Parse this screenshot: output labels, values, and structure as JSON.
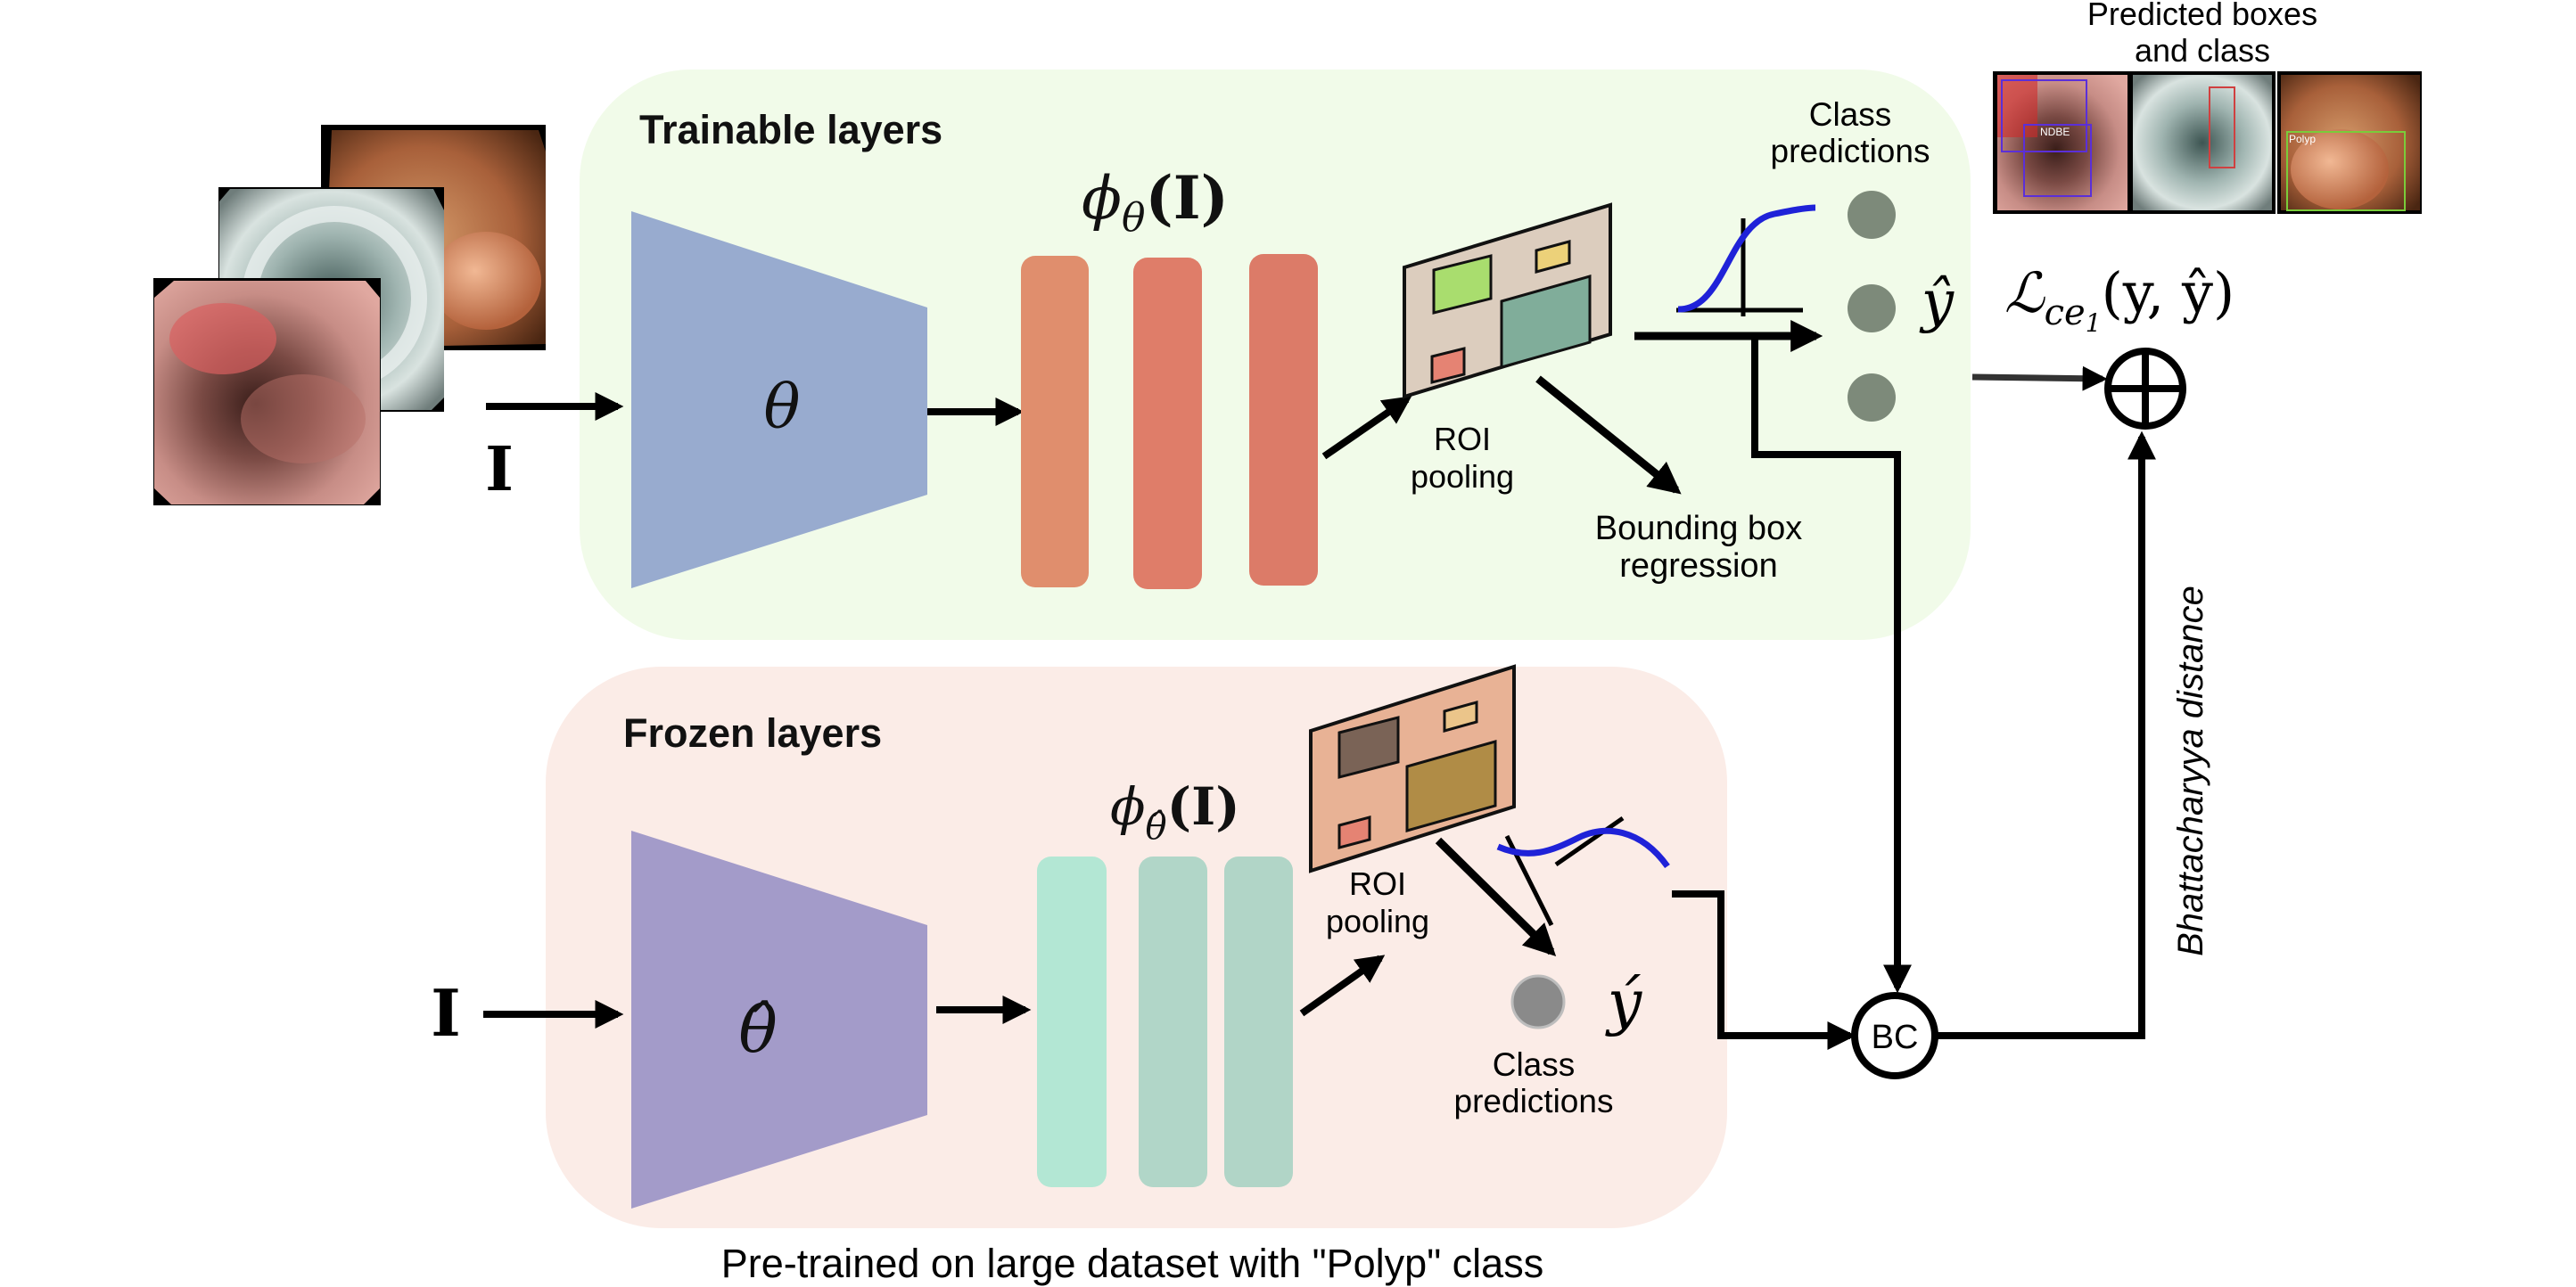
{
  "trainable": {
    "title": "Trainable layers",
    "input_label": "I",
    "encoder_label": "θ",
    "feature_label": "ϕ",
    "feature_sub": "θ",
    "feature_arg": "(I)",
    "roi_label_1": "ROI",
    "roi_label_2": "pooling",
    "bbox_label_1": "Bounding box",
    "bbox_label_2": "regression",
    "class_pred_1": "Class",
    "class_pred_2": "predictions",
    "output_label": "ŷ"
  },
  "frozen": {
    "title": "Frozen layers",
    "input_label": "I",
    "encoder_label": "θ̂",
    "feature_label": "ϕ",
    "feature_sub": "θ̂",
    "feature_arg": "(I)",
    "roi_label_1": "ROI",
    "roi_label_2": "pooling",
    "class_pred_1": "Class",
    "class_pred_2": "predictions",
    "output_label": "ý"
  },
  "loss": {
    "symbol": "ℒ",
    "sub": "ce",
    "subsub": "1",
    "args": "(y, ŷ)"
  },
  "predicted": {
    "label_1": "Predicted boxes",
    "label_2": "and class",
    "thumb_tags": [
      "NDBE",
      "",
      "Polyp"
    ]
  },
  "bc_label": "BC",
  "distance_label": "Bhattacharyya distance",
  "caption": "Pre-trained on large dataset with \"Polyp\" class",
  "colors": {
    "trainable_bg": "#f1fbe9",
    "frozen_bg": "#fbece7",
    "encoder_top": "#98abcf",
    "encoder_bottom": "#a39bc9",
    "feat_top_1": "#e08e6d",
    "feat_top_2": "#df7d69",
    "feat_top_3": "#dc7b68",
    "feat_bottom_1": "#b3e7d4",
    "feat_bottom_2": "#b1d6c8",
    "feat_bottom_3": "#b1d5c7",
    "roi_top": "#dccdbe",
    "roi_bottom": "#e8b295",
    "curve": "#1f22d8",
    "node_top": "#7d8a7a",
    "node_bottom": "#8a8a8a"
  }
}
